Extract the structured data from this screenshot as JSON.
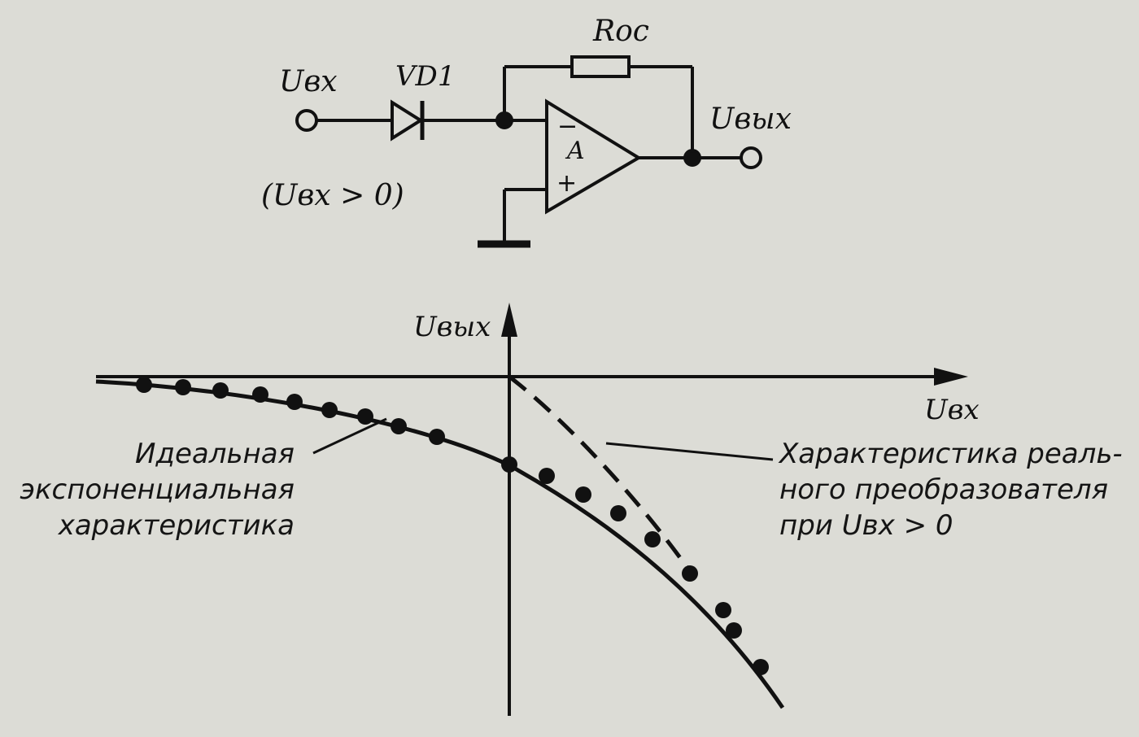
{
  "circuit": {
    "input_label": "Uвх",
    "diode_label": "VD1",
    "feedback_resistor_label": "Roc",
    "output_label": "Uвых",
    "condition_label": "(Uвх > 0)",
    "opamp_label": "A",
    "inverting_sign": "−",
    "noninverting_sign": "+"
  },
  "graph": {
    "y_axis_label": "Uвых",
    "x_axis_label": "Uвх",
    "left_caption": [
      "Идеальная",
      "экспоненциальная",
      "характеристика"
    ],
    "right_caption": [
      "Характеристика реаль-",
      "ного преобразователя",
      "при Uвх > 0"
    ]
  },
  "colors": {
    "ink": "#111111",
    "paper": "#dcdcd6"
  }
}
